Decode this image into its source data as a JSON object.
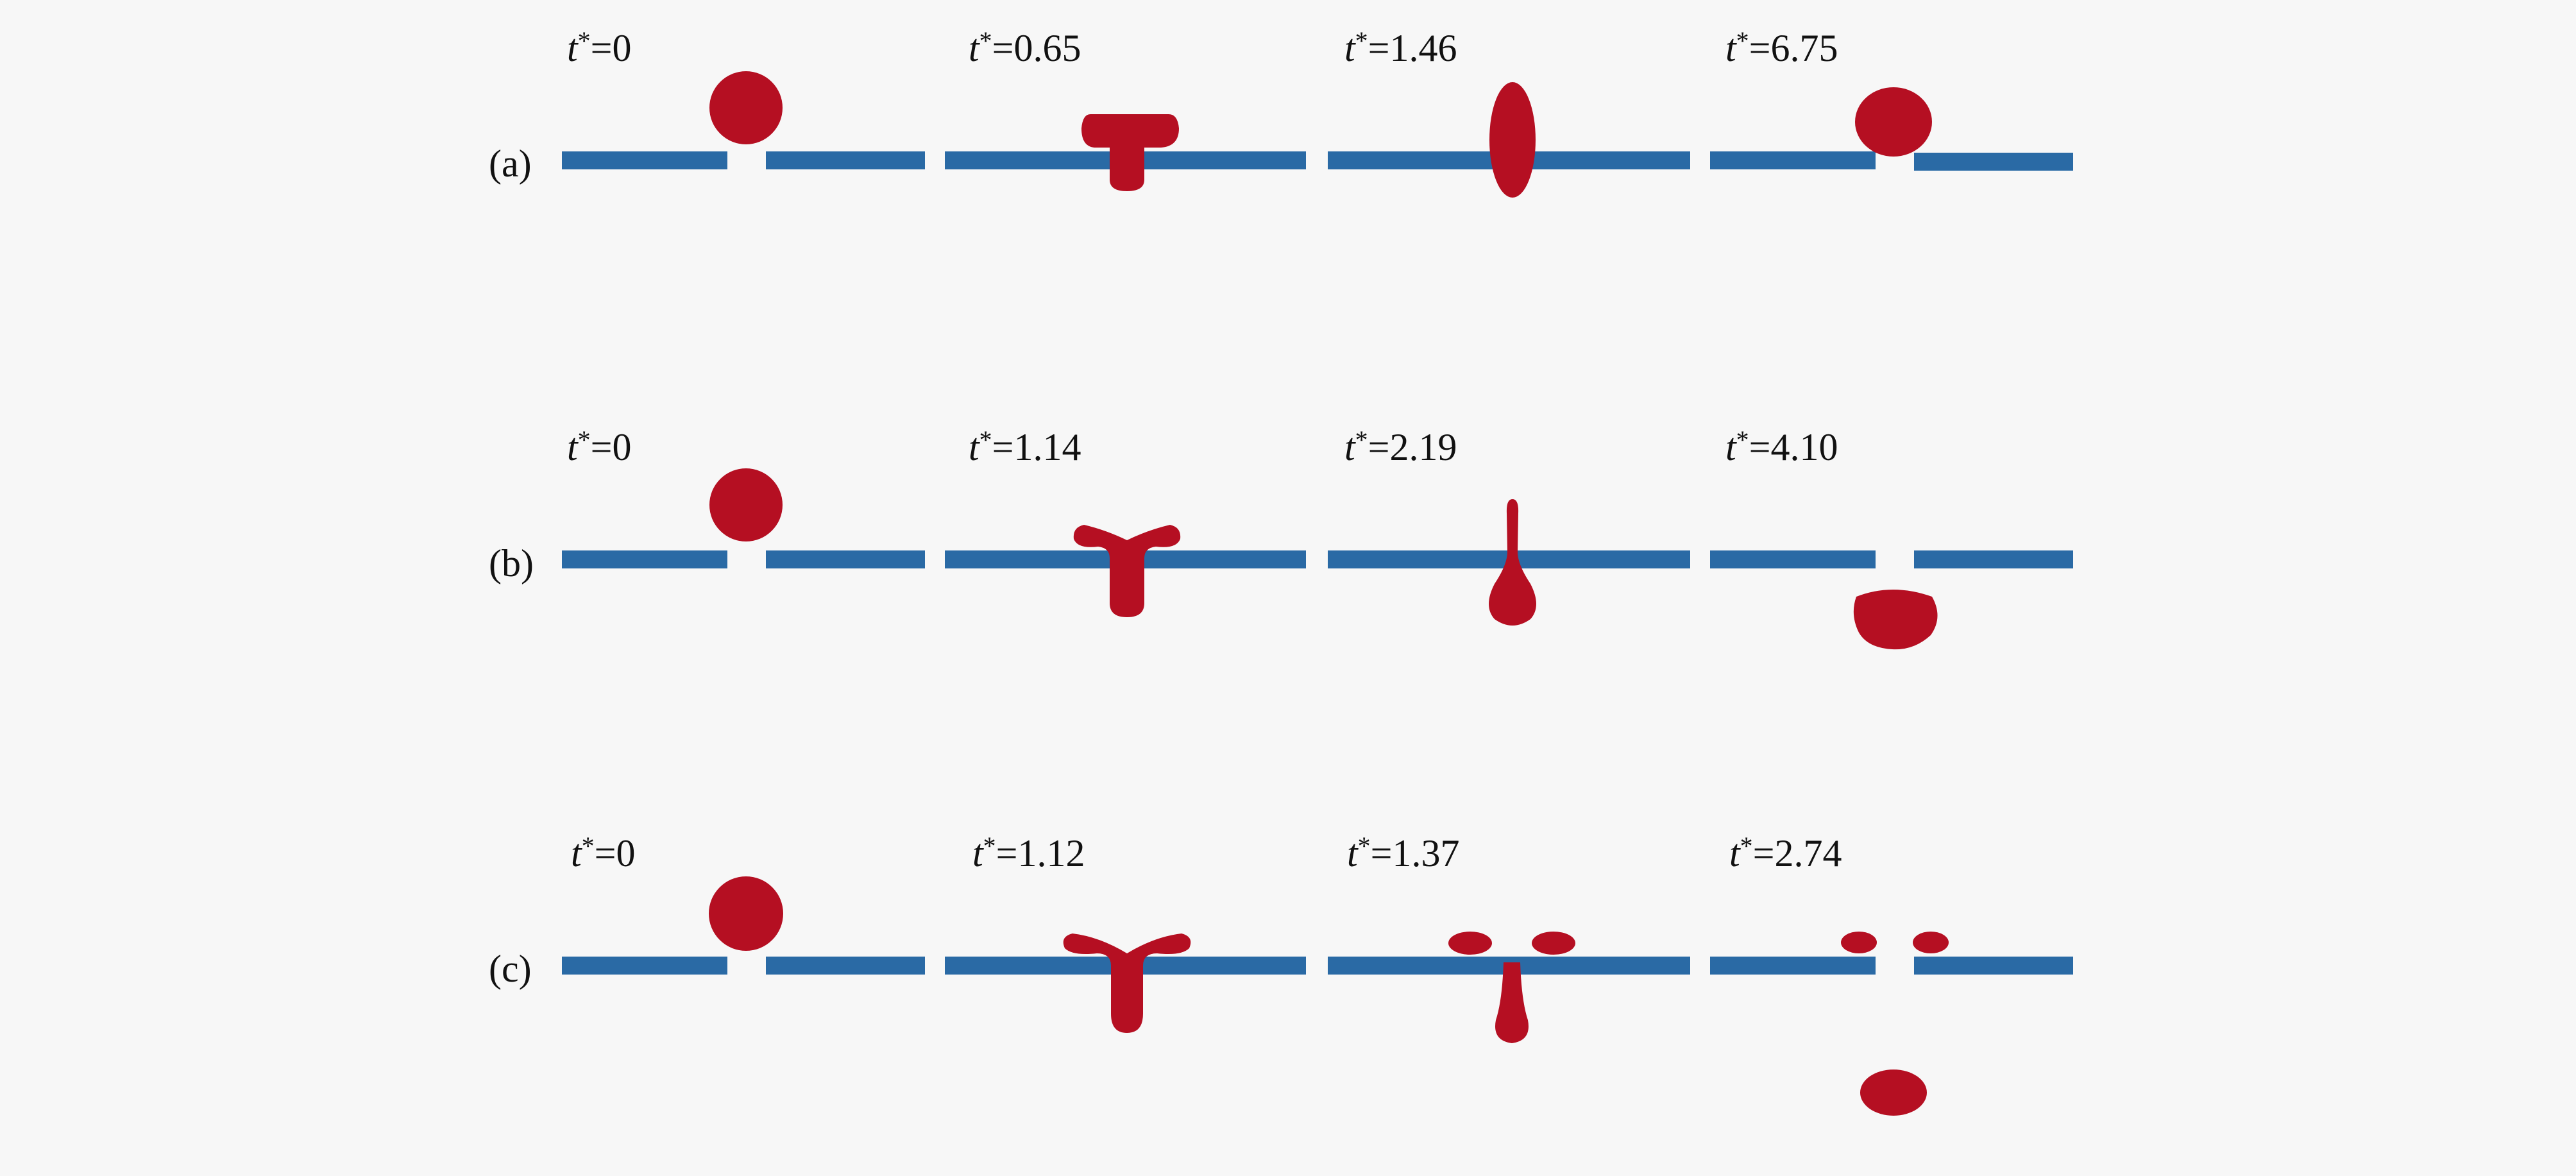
{
  "colors": {
    "plate": "#2a6aa5",
    "droplet": "#b50f22",
    "background": "#f7f7f7"
  },
  "rows": [
    {
      "label": "(a)",
      "frames": [
        {
          "time_var": "t",
          "sup": "*",
          "value": "=0"
        },
        {
          "time_var": "t",
          "sup": "*",
          "value": "=0.65"
        },
        {
          "time_var": "t",
          "sup": "*",
          "value": "=1.46"
        },
        {
          "time_var": "t",
          "sup": "*",
          "value": "=6.75"
        }
      ]
    },
    {
      "label": "(b)",
      "frames": [
        {
          "time_var": "t",
          "sup": "*",
          "value": "=0"
        },
        {
          "time_var": "t",
          "sup": "*",
          "value": "=1.14"
        },
        {
          "time_var": "t",
          "sup": "*",
          "value": "=2.19"
        },
        {
          "time_var": "t",
          "sup": "*",
          "value": "=4.10"
        }
      ]
    },
    {
      "label": "(c)",
      "frames": [
        {
          "time_var": "t",
          "sup": "*",
          "value": "=0"
        },
        {
          "time_var": "t",
          "sup": "*",
          "value": "=1.12"
        },
        {
          "time_var": "t",
          "sup": "*",
          "value": "=1.37"
        },
        {
          "time_var": "t",
          "sup": "*",
          "value": "=2.74"
        }
      ]
    }
  ]
}
